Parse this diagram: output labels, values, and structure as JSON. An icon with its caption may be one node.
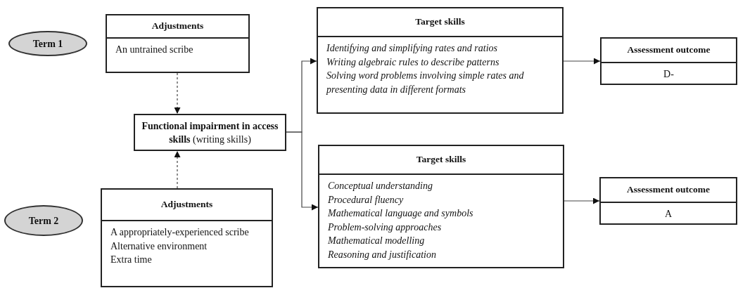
{
  "diagram": {
    "nodes": [
      {
        "text": [
          "Term 1"
        ]
      },
      {
        "text": [
          "Adjustments",
          "An untrained scribe"
        ]
      },
      {
        "text": [
          "**Functional impairment in access skills** (writing skills)"
        ]
      },
      {
        "text": [
          "Term 2"
        ]
      },
      {
        "text": [
          "Adjustments",
          "A appropriately-experienced scribe",
          "Alternative environment",
          "Extra time"
        ]
      },
      {
        "text": [
          "Target skills",
          "Identifying and simplifying rates and ratios",
          "Writing algebraic rules to describe patterns",
          "Solving word problems involving simple rates and presenting data in different formats"
        ]
      },
      {
        "text": [
          "Target skills",
          "Conceptual understanding",
          "Procedural fluency",
          "Mathematical language and symbols",
          "Problem-solving approaches",
          "Mathematical modelling",
          "Reasoning and justification"
        ]
      },
      {
        "text": [
          "Assessment outcome",
          "D-"
        ]
      },
      {
        "text": [
          "Assessment outcome",
          "A"
        ]
      }
    ],
    "edges": [
      {
        "from": 1,
        "to": 2,
        "arrow": "to",
        "style": "dashed"
      },
      {
        "from": 4,
        "to": 2,
        "arrow": "to",
        "style": "dashed"
      },
      {
        "from": 2,
        "to": 5,
        "arrow": "to"
      },
      {
        "from": 2,
        "to": 6,
        "arrow": "to"
      },
      {
        "from": 5,
        "to": 7,
        "arrow": "to"
      },
      {
        "from": 6,
        "to": 8,
        "arrow": "to"
      }
    ]
  }
}
